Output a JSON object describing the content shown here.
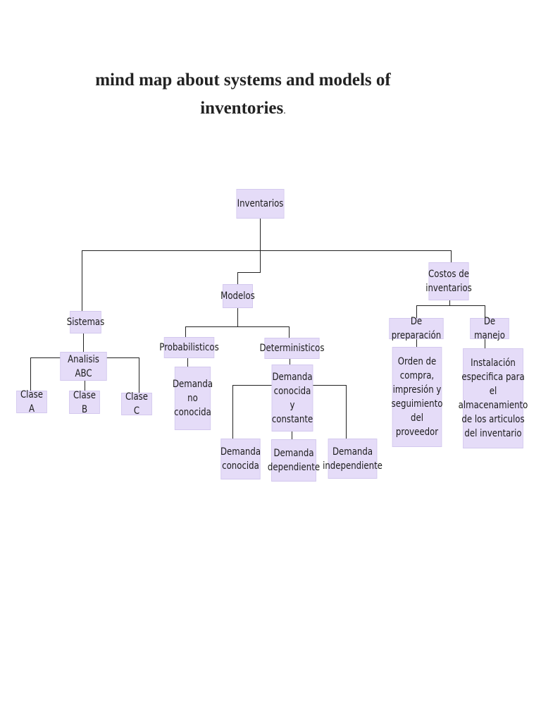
{
  "title": {
    "line1": "mind map about systems and models of",
    "line2": "inventories",
    "dot": "."
  },
  "nodes": {
    "inventarios": "Inventarios",
    "modelos": "Modelos",
    "costos": "Costos de\ninventarios",
    "sistemas": "Sistemas",
    "analisis_abc": "Analisis ABC",
    "clase_a": "Clase A",
    "clase_b": "Clase B",
    "clase_c": "Clase C",
    "probabilisticos": "Probabilisticos",
    "deterministicos": "Deterministicos",
    "demanda_no_conocida": "Demanda\nno\nconocida",
    "demanda_conocida_constante": "Demanda\nconocida\ny constante",
    "demanda_conocida": "Demanda\nconocida",
    "demanda_dependiente": "Demanda\ndependiente",
    "demanda_independiente": "Demanda\nindependiente",
    "de_preparacion": "De preparación",
    "de_manejo": "De manejo",
    "orden_compra": "Orden de\ncompra,\nimpresión y\nseguimiento\ndel proveedor",
    "instalacion": "Instalación\nespecifica para el\nalmacenamiento\nde los articulos\ndel inventario"
  }
}
